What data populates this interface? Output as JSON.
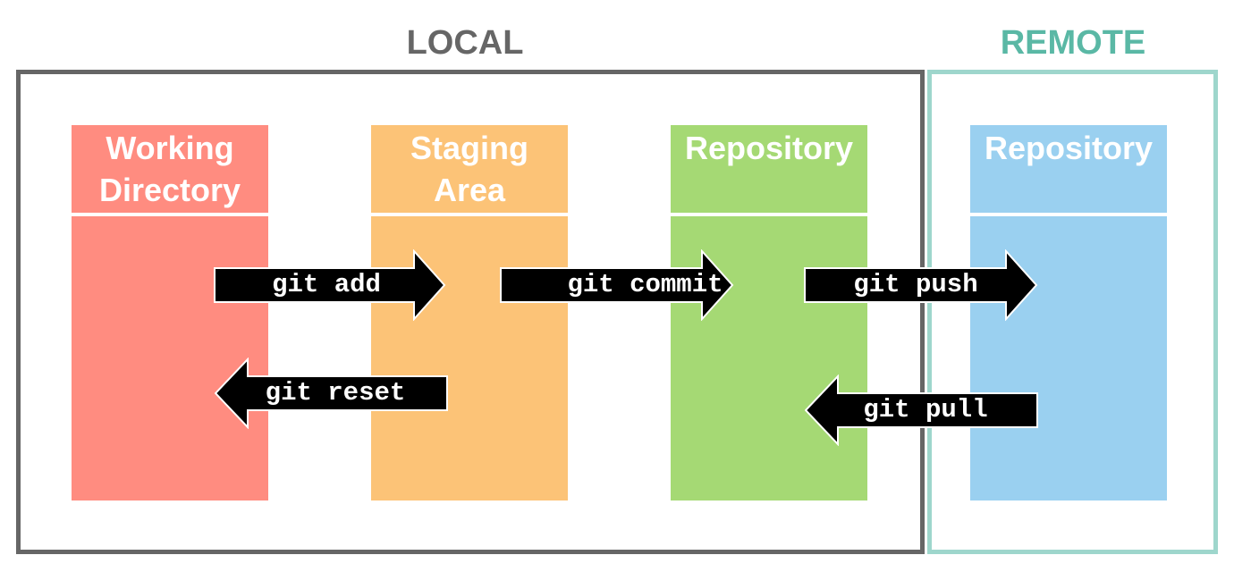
{
  "regions": {
    "local": {
      "title": "LOCAL",
      "color": "#666666"
    },
    "remote": {
      "title": "REMOTE",
      "color": "#5ab8a5",
      "border_color": "#9ed6cc"
    }
  },
  "columns": [
    {
      "id": "working-directory",
      "label": "Working\nDirectory",
      "color": "#ff8c80"
    },
    {
      "id": "staging-area",
      "label": "Staging\nArea",
      "color": "#fcc377"
    },
    {
      "id": "local-repository",
      "label": "Repository",
      "color": "#a5d974"
    },
    {
      "id": "remote-repository",
      "label": "Repository",
      "color": "#9ad0f0"
    }
  ],
  "arrows": {
    "add": {
      "label": "git add",
      "direction": "right"
    },
    "commit": {
      "label": "git commit",
      "direction": "right"
    },
    "push": {
      "label": "git push",
      "direction": "right"
    },
    "reset": {
      "label": "git reset",
      "direction": "left"
    },
    "pull": {
      "label": "git pull",
      "direction": "left"
    }
  },
  "arrow_color": "#000000"
}
